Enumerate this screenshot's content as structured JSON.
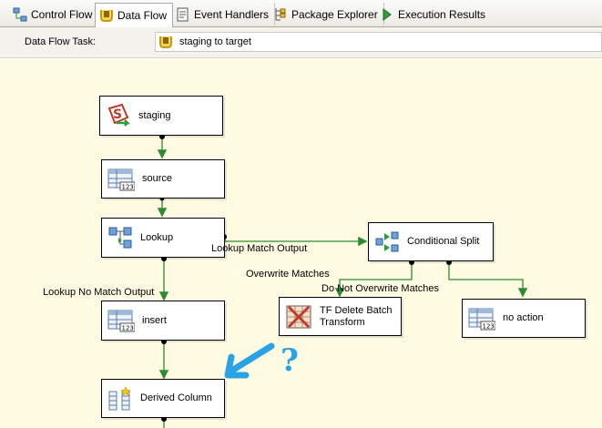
{
  "tabs": [
    {
      "label": "Control Flow",
      "icon": "control-flow-icon"
    },
    {
      "label": "Data Flow",
      "icon": "data-flow-icon",
      "active": true
    },
    {
      "label": "Event Handlers",
      "icon": "event-handlers-icon"
    },
    {
      "label": "Package Explorer",
      "icon": "package-explorer-icon"
    },
    {
      "label": "Execution Results",
      "icon": "execution-results-icon"
    }
  ],
  "task": {
    "label": "Data Flow Task:",
    "selected": "staging to target"
  },
  "components": {
    "staging": "staging",
    "source": "source",
    "lookup": "Lookup",
    "conditional_split": "Conditional Split",
    "insert": "insert",
    "tf_delete": "TF Delete Batch\nTransform",
    "no_action": "no action",
    "derived_column": "Derived Column"
  },
  "paths": {
    "lookup_match": "Lookup Match Output",
    "lookup_no_match": "Lookup No Match Output",
    "overwrite": "Overwrite Matches",
    "do_not_overwrite": "Do Not Overwrite Matches"
  },
  "annotation": {
    "question": "?"
  },
  "colors": {
    "path_green": "#2e8b2e",
    "surface": "#fffbe3",
    "annotation_blue": "#2aa3e6"
  }
}
